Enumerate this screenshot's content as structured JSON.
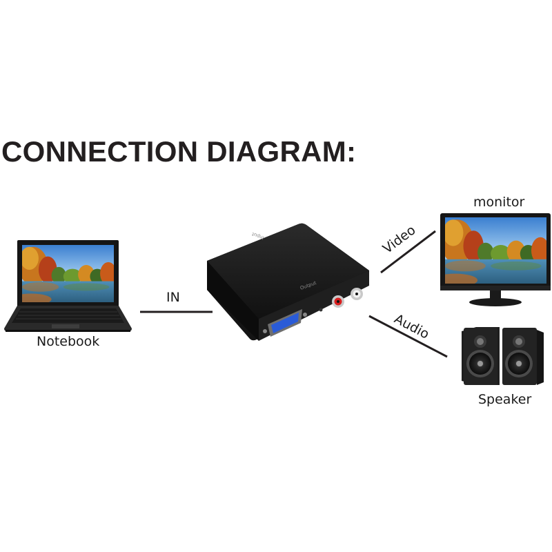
{
  "title": "CONNECTION DIAGRAM:",
  "devices": {
    "notebook": "Notebook",
    "monitor": "monitor",
    "speaker": "Speaker"
  },
  "connections": {
    "in": "IN",
    "video": "Video",
    "audio": "Audio"
  },
  "converter": {
    "input_label": "Input",
    "output_label": "Output"
  },
  "colors": {
    "title": "#231f20",
    "line": "#231f20",
    "box": "#1c1c1c",
    "vga_port": "#2a5bd7"
  }
}
